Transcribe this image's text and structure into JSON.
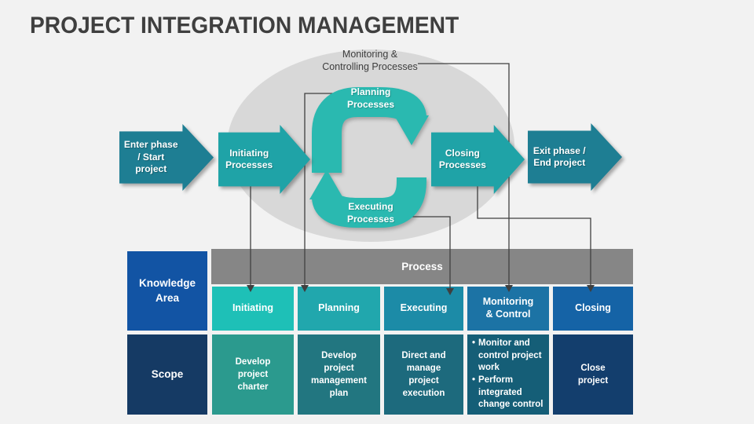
{
  "title": "PROJECT INTEGRATION MANAGEMENT",
  "diagram": {
    "monitoring_label": "Monitoring &\nControlling Processes",
    "enter_arrow": "Enter phase\n/ Start\nproject",
    "initiating_arrow": "Initiating\nProcesses",
    "planning_label": "Planning\nProcesses",
    "executing_label": "Executing\nProcesses",
    "closing_arrow": "Closing\nProcesses",
    "exit_arrow": "Exit phase /\nEnd project"
  },
  "table": {
    "corner_header": "Knowledge\nArea",
    "process_header": "Process",
    "row_header": "Scope",
    "columns": [
      {
        "key": "initiating",
        "label": "Initiating",
        "scope": "Develop\nproject\ncharter"
      },
      {
        "key": "planning",
        "label": "Planning",
        "scope": "Develop\nproject\nmanagement\nplan"
      },
      {
        "key": "executing",
        "label": "Executing",
        "scope": "Direct and\nmanage\nproject\nexecution"
      },
      {
        "key": "monitoring-control",
        "label": "Monitoring\n& Control",
        "scope_bullets": [
          "Monitor and control project work",
          "Perform integrated change control"
        ]
      },
      {
        "key": "closing",
        "label": "Closing",
        "scope": "Close\nproject"
      }
    ]
  },
  "colors": {
    "background": "#f2f2f2",
    "title_text": "#3f3f3f",
    "ellipse": "#d8d8d8",
    "cycle_teal": "#2ab9b0",
    "phase_arrow": "#1e7e93",
    "process_arrow": "#1fa3a7",
    "process_bar": "#868686",
    "knowledge_cell": "#1254a4",
    "scope_header_cell": "#153a64",
    "connector": "#3f3f3f",
    "monitoring_text": "#3d3d3d",
    "header_cells": [
      "#1ec0b7",
      "#21a7ad",
      "#1c8ba7",
      "#1c73a5",
      "#1563a6"
    ],
    "scope_cells": [
      "#2b9a8e",
      "#227680",
      "#1d6a7d",
      "#155e77",
      "#133e6d"
    ]
  }
}
